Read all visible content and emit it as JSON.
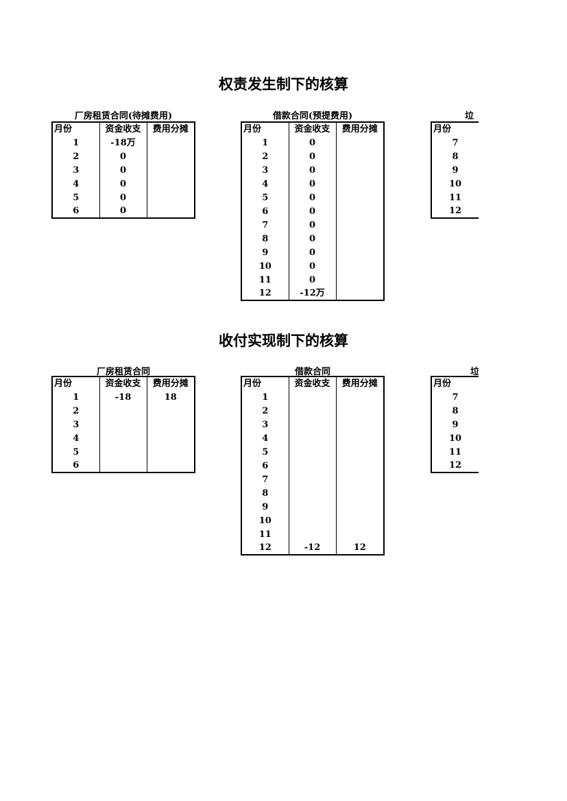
{
  "accrual": {
    "title": "权责发生制下的核算",
    "tables": [
      {
        "caption": "厂房租赁合同(待摊费用)",
        "headers": [
          "月份",
          "资金收支",
          "费用分摊"
        ],
        "rows": [
          [
            "1",
            "-18万",
            ""
          ],
          [
            "2",
            "0",
            ""
          ],
          [
            "3",
            "0",
            ""
          ],
          [
            "4",
            "0",
            ""
          ],
          [
            "5",
            "0",
            ""
          ],
          [
            "6",
            "0",
            ""
          ]
        ]
      },
      {
        "caption": "借款合同(预提费用)",
        "headers": [
          "月份",
          "资金收支",
          "费用分摊"
        ],
        "rows": [
          [
            "1",
            "0",
            ""
          ],
          [
            "2",
            "0",
            ""
          ],
          [
            "3",
            "0",
            ""
          ],
          [
            "4",
            "0",
            ""
          ],
          [
            "5",
            "0",
            ""
          ],
          [
            "6",
            "0",
            ""
          ],
          [
            "7",
            "0",
            ""
          ],
          [
            "8",
            "0",
            ""
          ],
          [
            "9",
            "0",
            ""
          ],
          [
            "10",
            "0",
            ""
          ],
          [
            "11",
            "0",
            ""
          ],
          [
            "12",
            "-12万",
            ""
          ]
        ]
      },
      {
        "caption": "垃",
        "headers": [
          "月份"
        ],
        "rows": [
          [
            "7"
          ],
          [
            "8"
          ],
          [
            "9"
          ],
          [
            "10"
          ],
          [
            "11"
          ],
          [
            "12"
          ]
        ]
      }
    ]
  },
  "cash": {
    "title": "收付实现制下的核算",
    "tables": [
      {
        "caption": "厂房租赁合同",
        "headers": [
          "月份",
          "资金收支",
          "费用分摊"
        ],
        "rows": [
          [
            "1",
            "-18",
            "18"
          ],
          [
            "2",
            "",
            ""
          ],
          [
            "3",
            "",
            ""
          ],
          [
            "4",
            "",
            ""
          ],
          [
            "5",
            "",
            ""
          ],
          [
            "6",
            "",
            ""
          ]
        ]
      },
      {
        "caption": "借款合同",
        "headers": [
          "月份",
          "资金收支",
          "费用分摊"
        ],
        "rows": [
          [
            "1",
            "",
            ""
          ],
          [
            "2",
            "",
            ""
          ],
          [
            "3",
            "",
            ""
          ],
          [
            "4",
            "",
            ""
          ],
          [
            "5",
            "",
            ""
          ],
          [
            "6",
            "",
            ""
          ],
          [
            "7",
            "",
            ""
          ],
          [
            "8",
            "",
            ""
          ],
          [
            "9",
            "",
            ""
          ],
          [
            "10",
            "",
            ""
          ],
          [
            "11",
            "",
            ""
          ],
          [
            "12",
            "-12",
            "12"
          ]
        ]
      },
      {
        "caption": "垃",
        "headers": [
          "月份"
        ],
        "rows": [
          [
            "7"
          ],
          [
            "8"
          ],
          [
            "9"
          ],
          [
            "10"
          ],
          [
            "11"
          ],
          [
            "12"
          ]
        ]
      }
    ]
  }
}
